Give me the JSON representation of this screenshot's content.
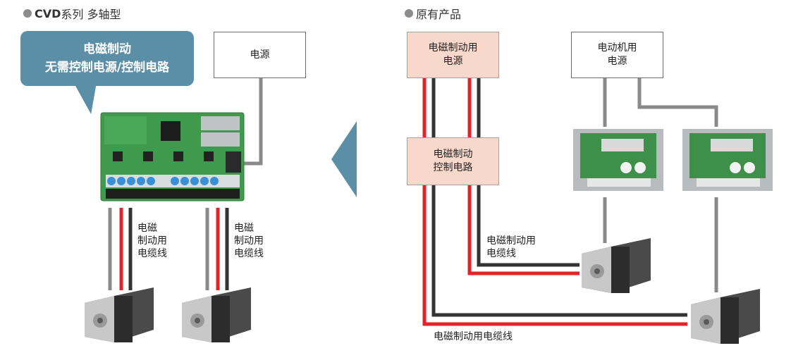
{
  "left_section": {
    "bullet_prefix": "CVD",
    "bullet_suffix": "系列 多轴型",
    "callout": {
      "line1": "电磁制动",
      "line2": "无需控制电源/控制电路"
    },
    "power_box": "电源",
    "cable_label_lines": [
      "电磁",
      "制动用",
      "电缆线"
    ]
  },
  "right_section": {
    "title": "原有产品",
    "brake_power_box": [
      "电磁制动用",
      "电源"
    ],
    "brake_control_box": [
      "电磁制动",
      "控制电路"
    ],
    "motor_power_box": [
      "电动机用",
      "电源"
    ],
    "cable_label_upper": [
      "电磁制动用",
      "电缆线"
    ],
    "cable_label_lower": "电磁制动用电缆线"
  },
  "colors": {
    "callout": "#5b8fa8",
    "arrow": "#5b8fa8",
    "red_cable": "#e3232a",
    "black_cable": "#333333",
    "gray_cable": "#8a8a8a",
    "pink_box": "#f8d8cb",
    "board_green": "#3f9a4d"
  },
  "icons": [
    "controller-board-icon",
    "stepping-motor-icon",
    "driver-module-icon"
  ]
}
